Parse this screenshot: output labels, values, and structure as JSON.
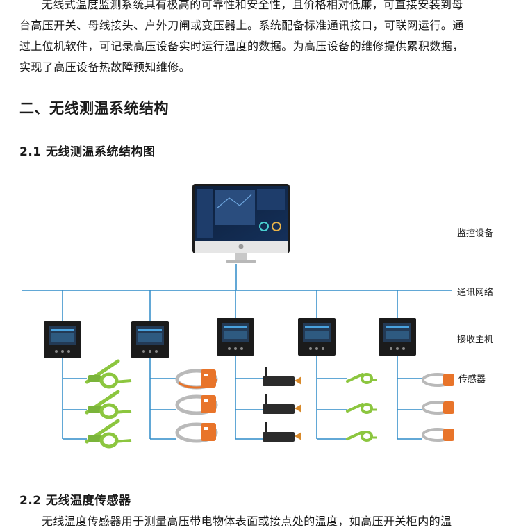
{
  "intro_lines": [
    "无线式温度监测系统具有极高的可靠性和安全性，且价格相对低廉，可直接安装到母",
    "台高压开关、母线接头、户外刀闸或变压器上。系统配备标准通讯接口，可联网运行。通",
    "过上位机软件，可记录高压设备实时运行温度的数据。为高压设备的维修提供累积数据，",
    "实现了高压设备热故障预知维修。"
  ],
  "section_title": "二、无线测温系统结构",
  "subsection_1": "2.1  无线测温系统结构图",
  "diagram": {
    "labels": {
      "monitor": "监控设备",
      "network": "通讯网络",
      "host": "接收主机",
      "sensor": "传感器"
    },
    "colors": {
      "bus_line": "#2f8bc8",
      "sensor_green": "#8cc63f",
      "sensor_orange": "#e8742a",
      "terminal_dark": "#1b1b1b"
    }
  },
  "subsection_2": "2.2  无线温度传感器",
  "bottom_line": "无线温度传感器用于测量高压带电物体表面或接点处的温度，如高压开关柜内的温"
}
